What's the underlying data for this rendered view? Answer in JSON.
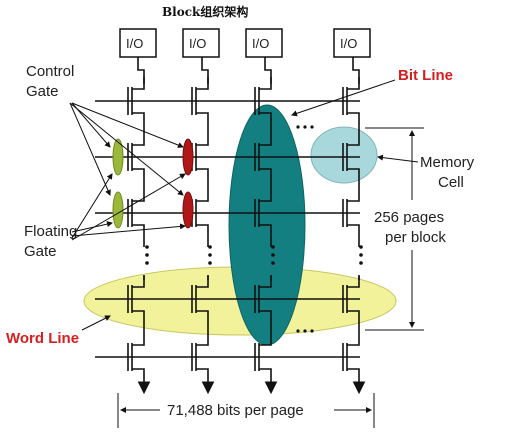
{
  "title": "Block组织架构",
  "io_label": "I/O",
  "labels": {
    "control_gate_1": "Control",
    "control_gate_2": "Gate",
    "floating_gate_1": "Floating",
    "floating_gate_2": "Gate",
    "word_line": "Word Line",
    "bit_line": "Bit Line",
    "memory_cell_1": "Memory",
    "memory_cell_2": "Cell",
    "pages_1": "256 pages",
    "pages_2": "per block",
    "bits_per_page": "71,488 bits per page"
  },
  "colors": {
    "teal": "#137f80",
    "light_teal": "#a9d8dc",
    "yellow": "#f2f29a",
    "green_gate": "#9bb83a",
    "red_gate": "#b01818",
    "accent_red": "#d42020"
  }
}
